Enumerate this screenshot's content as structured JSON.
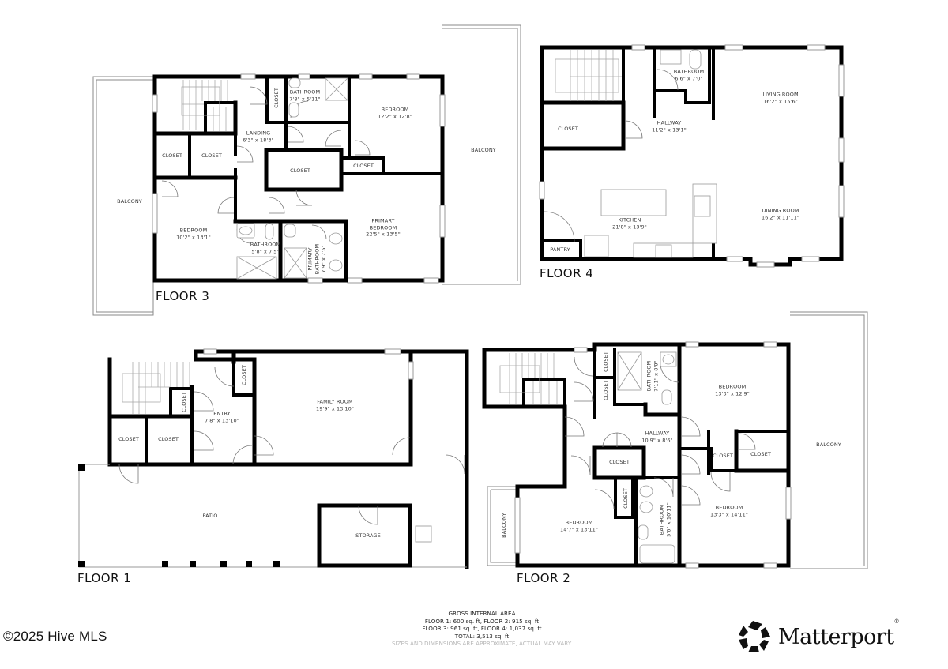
{
  "floors": {
    "floor3": {
      "title": "FLOOR 3",
      "rooms": {
        "balcony_left": {
          "name": "BALCONY"
        },
        "closet_top": {
          "name": "CLOSET"
        },
        "bathroom_top": {
          "name": "BATHROOM",
          "dim": "7'8\" x 5'11\""
        },
        "bedroom_right": {
          "name": "BEDROOM",
          "dim": "12'2\" x 12'8\""
        },
        "landing": {
          "name": "LANDING",
          "dim": "6'3\" x 18'3\""
        },
        "closet_a": {
          "name": "CLOSET"
        },
        "closet_b": {
          "name": "CLOSET"
        },
        "closet_mid": {
          "name": "CLOSET"
        },
        "closet_small": {
          "name": "CLOSET"
        },
        "balcony_right": {
          "name": "BALCONY"
        },
        "bedroom_left": {
          "name": "BEDROOM",
          "dim": "10'2\" x 13'1\""
        },
        "bathroom_mid": {
          "name": "BATHROOM",
          "dim": "5'8\" x 7'5\""
        },
        "primary_bathroom": {
          "name": "PRIMARY BATHROOM",
          "dim": "7'9\" x 7'5\""
        },
        "primary_bedroom": {
          "name": "PRIMARY BEDROOM",
          "dim": "22'5\" x 13'5\""
        }
      }
    },
    "floor4": {
      "title": "FLOOR 4",
      "rooms": {
        "bathroom": {
          "name": "BATHROOM",
          "dim": "6'6\" x 7'0\""
        },
        "living_room": {
          "name": "LIVING ROOM",
          "dim": "16'2\" x 15'6\""
        },
        "closet": {
          "name": "CLOSET"
        },
        "hallway": {
          "name": "HALLWAY",
          "dim": "11'2\" x 13'1\""
        },
        "kitchen": {
          "name": "KITCHEN",
          "dim": "21'8\" x 13'9\""
        },
        "dining_room": {
          "name": "DINING ROOM",
          "dim": "16'2\" x 11'11\""
        },
        "pantry": {
          "name": "PANTRY"
        }
      }
    },
    "floor1": {
      "title": "FLOOR 1",
      "rooms": {
        "closet_vert_top": {
          "name": "CLOSET"
        },
        "closet_vert_stairs": {
          "name": "CLOSET"
        },
        "family_room": {
          "name": "FAMILY ROOM",
          "dim": "19'9\" x 13'10\""
        },
        "entry": {
          "name": "ENTRY",
          "dim": "7'8\" x 13'10\""
        },
        "closet_a": {
          "name": "CLOSET"
        },
        "closet_b": {
          "name": "CLOSET"
        },
        "patio": {
          "name": "PATIO"
        },
        "storage": {
          "name": "STORAGE"
        }
      }
    },
    "floor2": {
      "title": "FLOOR 2",
      "rooms": {
        "closet_top1": {
          "name": "CLOSET"
        },
        "closet_top2": {
          "name": "CLOSET"
        },
        "bathroom_top": {
          "name": "BATHROOM",
          "dim": "7'11\" x 8'0\""
        },
        "bedroom_top": {
          "name": "BEDROOM",
          "dim": "13'3\" x 12'9\""
        },
        "hallway": {
          "name": "HALLWAY",
          "dim": "10'9\" x 8'6\""
        },
        "closet_hall": {
          "name": "CLOSET"
        },
        "closet_small": {
          "name": "CLOSET"
        },
        "closet_right": {
          "name": "CLOSET"
        },
        "balcony_right": {
          "name": "BALCONY"
        },
        "closet_vert": {
          "name": "CLOSET"
        },
        "balcony_left": {
          "name": "BALCONY"
        },
        "bedroom_left": {
          "name": "BEDROOM",
          "dim": "14'7\" x 13'11\""
        },
        "bathroom_bottom": {
          "name": "BATHROOM",
          "dim": "5'6\" x 10'11\""
        },
        "bedroom_bottom": {
          "name": "BEDROOM",
          "dim": "13'3\" x 14'11\""
        }
      }
    }
  },
  "gross_internal_area": {
    "heading": "GROSS INTERNAL AREA",
    "line1": "FLOOR 1: 600 sq. ft, FLOOR 2: 915 sq. ft",
    "line2": "FLOOR 3: 961 sq. ft, FLOOR 4: 1,037 sq. ft",
    "total": "TOTAL: 3,513 sq. ft",
    "note": "SIZES AND DIMENSIONS ARE APPROXIMATE, ACTUAL MAY VARY."
  },
  "watermark": {
    "text": "©2025 Hive MLS"
  },
  "brand": {
    "name": "Matterport",
    "reg": "®",
    "logo_icon": "matterport-logo-icon"
  }
}
